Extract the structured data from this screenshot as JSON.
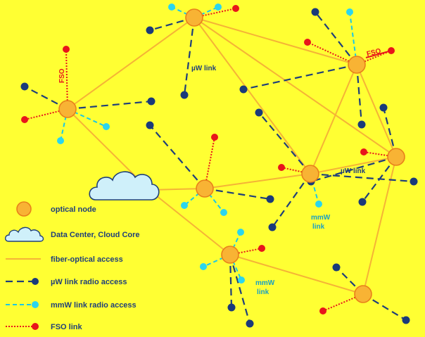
{
  "colors": {
    "background": "#FFFF33",
    "fiber": "#F5B336",
    "node_fill": "#F8B334",
    "node_stroke": "#E8801A",
    "uw": "#1F3F7A",
    "uw_dot": "#1A3A7A",
    "mmw": "#19C8E6",
    "mmw_dot": "#2BD5EE",
    "fso": "#E8151B",
    "cloud_fill": "#CFF0FA",
    "cloud_stroke": "#1F3F7A",
    "uw_text": "#1F3F7A",
    "mmw_text": "#19A0C4",
    "fso_text": "#E8151B"
  },
  "diagram": {
    "labels": {
      "uw_link_top": "µW link",
      "uw_link_right": "µW link",
      "fso_left": "FSO",
      "fso_right": "FSO",
      "mmw_center_1": "mmW",
      "mmw_center_2": "link",
      "mmw_lower_1": "mmW",
      "mmw_lower_2": "link"
    }
  },
  "legend": {
    "items": [
      {
        "symbol": "optical-node",
        "label": "optical node"
      },
      {
        "symbol": "cloud",
        "label": "Data Center, Cloud Core"
      },
      {
        "symbol": "fiber-line",
        "label": "fiber-optical access"
      },
      {
        "symbol": "uw-line",
        "label": "µW link radio access"
      },
      {
        "symbol": "mmw-line",
        "label": "mmW link radio access"
      },
      {
        "symbol": "fso-line",
        "label": "FSO link"
      }
    ]
  }
}
